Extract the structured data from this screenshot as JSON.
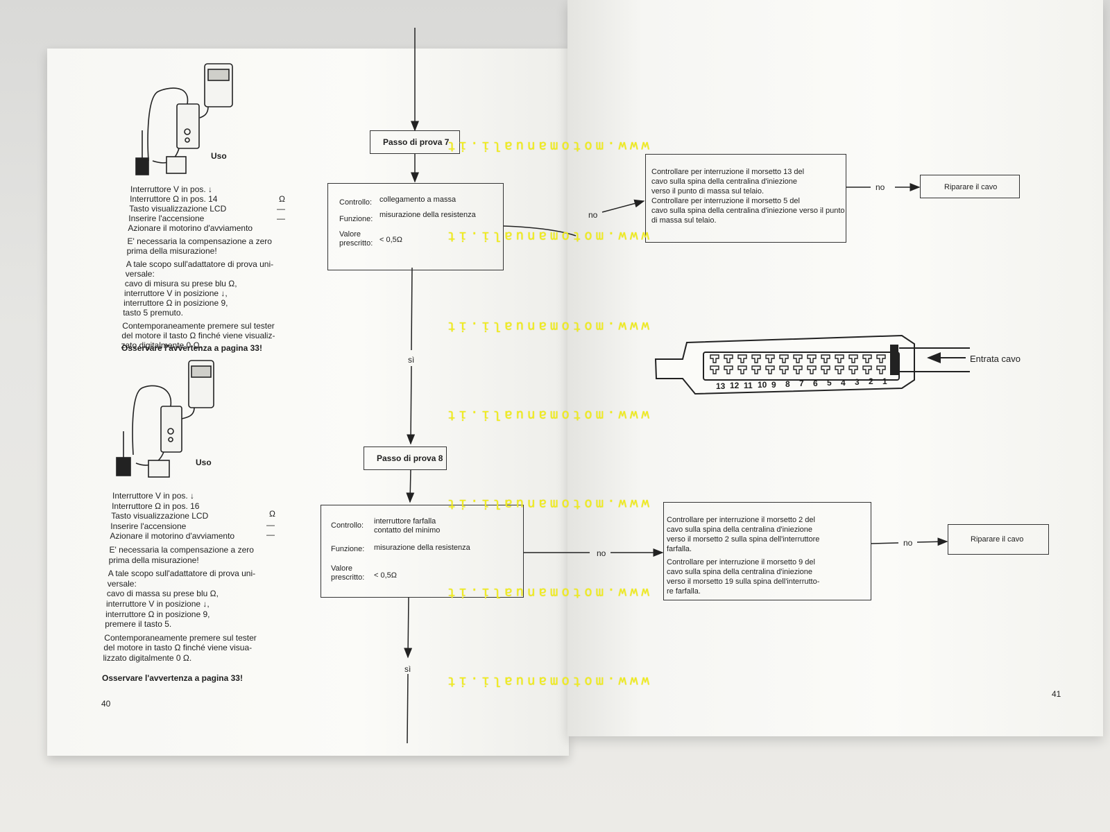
{
  "left_page": {
    "section1": {
      "uso_label": "Uso",
      "lines": [
        "Interruttore V in pos. ↓",
        "Interruttore Ω in pos. 14",
        "Tasto visualizzazione LCD",
        "Inserire l'accensione",
        "Azionare il motorino d'avviamento",
        "E' necessaria la compensazione a zero",
        "prima della misurazione!",
        "A tale scopo sull'adattatore di prova uni-",
        "versale:",
        "cavo di misura su prese blu Ω,",
        "interruttore V in posizione ↓,",
        "interruttore Ω in posizione 9,",
        "tasto 5 premuto.",
        "Contemporaneamente premere sul tester",
        "del motore il tasto Ω finché viene visualiz-",
        "zato digitalmente 0 Ω."
      ],
      "right_values": [
        "Ω",
        "—",
        "—"
      ],
      "note": "Osservare l'avvertenza a pagina 33!"
    },
    "section2": {
      "uso_label": "Uso",
      "lines": [
        "Interruttore V in pos. ↓",
        "Interruttore Ω in pos. 16",
        "Tasto visualizzazione LCD",
        "Inserire l'accensione",
        "Azionare il motorino d'avviamento",
        "E' necessaria la compensazione a zero",
        "prima della misurazione!",
        "A tale scopo sull'adattatore di prova uni-",
        "versale:",
        "cavo di massa su prese blu Ω,",
        "interruttore V in posizione ↓,",
        "interruttore Ω in posizione 9,",
        "premere il tasto 5.",
        "Contemporaneamente premere sul tester",
        "del motore in tasto Ω finché viene visua-",
        "lizzato digitalmente 0 Ω."
      ],
      "right_values": [
        "Ω",
        "—",
        "—"
      ],
      "note": "Osservare l'avvertenza a pagina 33!"
    },
    "page_number": "40"
  },
  "flow": {
    "step7": {
      "title": "Passo di prova 7",
      "controllo_label": "Controllo:",
      "controllo": "collegamento a massa",
      "funzione_label": "Funzione:",
      "funzione": "misurazione della resistenza",
      "valore_label_1": "Valore",
      "valore_label_2": "prescritto:",
      "valore": "< 0,5Ω",
      "yes_label": "sì",
      "no_label": "no"
    },
    "step8": {
      "title": "Passo di prova 8",
      "controllo_label": "Controllo:",
      "controllo_1": "interruttore farfalla",
      "controllo_2": "contatto del minimo",
      "funzione_label": "Funzione:",
      "funzione": "misurazione della resistenza",
      "valore_label_1": "Valore",
      "valore_label_2": "prescritto:",
      "valore": "< 0,5Ω",
      "yes_label": "sì",
      "no_label": "no"
    },
    "check7": {
      "lines": [
        "Controllare per interruzione il morsetto 13 del",
        "cavo sulla spina della centralina d'iniezione",
        "verso il punto di massa sul telaio.",
        "Controllare per interruzione il morsetto 5 del",
        "cavo sulla spina della centralina d'iniezione verso il punto",
        "di massa sul telaio."
      ],
      "no_label": "no",
      "repair": "Riparare il cavo"
    },
    "check8": {
      "lines": [
        "Controllare per interruzione il morsetto 2 del",
        "cavo sulla spina della centralina d'iniezione",
        "verso il morsetto 2 sulla spina dell'interruttore",
        "farfalla.",
        "Controllare per interruzione il morsetto 9 del",
        "cavo sulla spina della centralina d'iniezione",
        "verso il morsetto 19 sulla spina dell'interrutto-",
        "re farfalla."
      ],
      "no_label": "no",
      "repair": "Riparare il cavo"
    }
  },
  "connector": {
    "label": "Entrata cavo",
    "numbers": [
      "13",
      "12",
      "11",
      "10",
      "9",
      "8",
      "7",
      "6",
      "5",
      "4",
      "3",
      "2",
      "1"
    ]
  },
  "right_page": {
    "page_number": "41"
  },
  "watermark": "www.motomanuali.it",
  "colors": {
    "watermark": "#f2ee1b",
    "ink": "#1e1e1e",
    "paper": "#fbfbf8"
  }
}
